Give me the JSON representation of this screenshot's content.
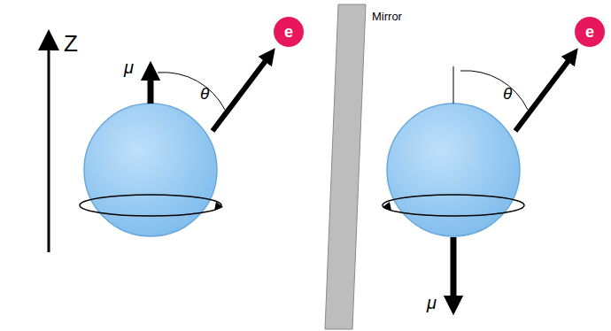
{
  "diagram": {
    "nodes": [
      {
        "text": [
          "e"
        ]
      },
      {
        "text": [
          "e"
        ]
      }
    ],
    "labels": [
      "Z",
      "μ",
      "θ",
      "Mirror",
      "θ",
      "μ"
    ]
  }
}
